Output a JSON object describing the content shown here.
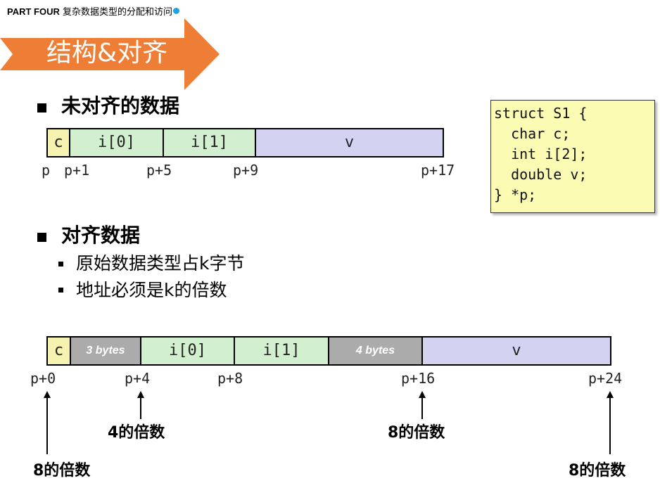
{
  "header": {
    "part": "PART FOUR",
    "subtitle": "复杂数据类型的分配和访问"
  },
  "banner": {
    "title": "结构&对齐",
    "color": "#ee7d35"
  },
  "section1": {
    "heading": "未对齐的数据"
  },
  "unaligned": {
    "cells": [
      "c",
      "i[0]",
      "i[1]",
      "v"
    ],
    "addresses": [
      "p",
      "p+1",
      "p+5",
      "p+9",
      "p+17"
    ]
  },
  "code": {
    "lines": [
      "struct S1 {",
      "  char c;",
      "  int i[2];",
      "  double v;",
      "} *p;"
    ]
  },
  "section2": {
    "heading": "对齐数据",
    "bullets": [
      "原始数据类型占k字节",
      "地址必须是k的倍数"
    ]
  },
  "aligned": {
    "cells": [
      "c",
      "3 bytes",
      "i[0]",
      "i[1]",
      "4 bytes",
      "v"
    ],
    "addresses": [
      "p+0",
      "p+4",
      "p+8",
      "p+16",
      "p+24"
    ]
  },
  "multiples": {
    "p0": "8的倍数",
    "p4": "4的倍数",
    "p16": "8的倍数",
    "p24": "8的倍数"
  }
}
